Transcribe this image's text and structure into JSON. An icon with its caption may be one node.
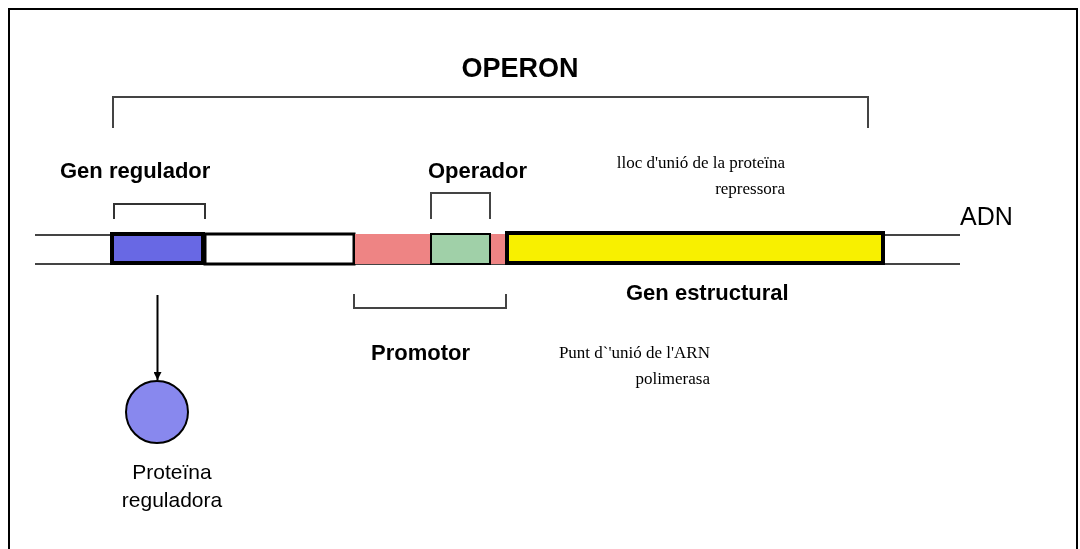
{
  "diagram": {
    "nodes": [
      {
        "text": [],
        "shape": "box"
      },
      {
        "text": [],
        "shape": "circle",
        "beside": [
          "Proteïna reguladora"
        ]
      }
    ],
    "edges": [
      {
        "from": 0,
        "to": 1,
        "arrow": "to"
      }
    ],
    "labels": [
      "OPERON",
      "Gen regulador",
      "Operador",
      "lloc d'unió de la proteïna repressora",
      "ADN",
      "Gen estructural",
      "Promotor",
      "Punt d`'unió de l'ARN polimerasa"
    ]
  }
}
